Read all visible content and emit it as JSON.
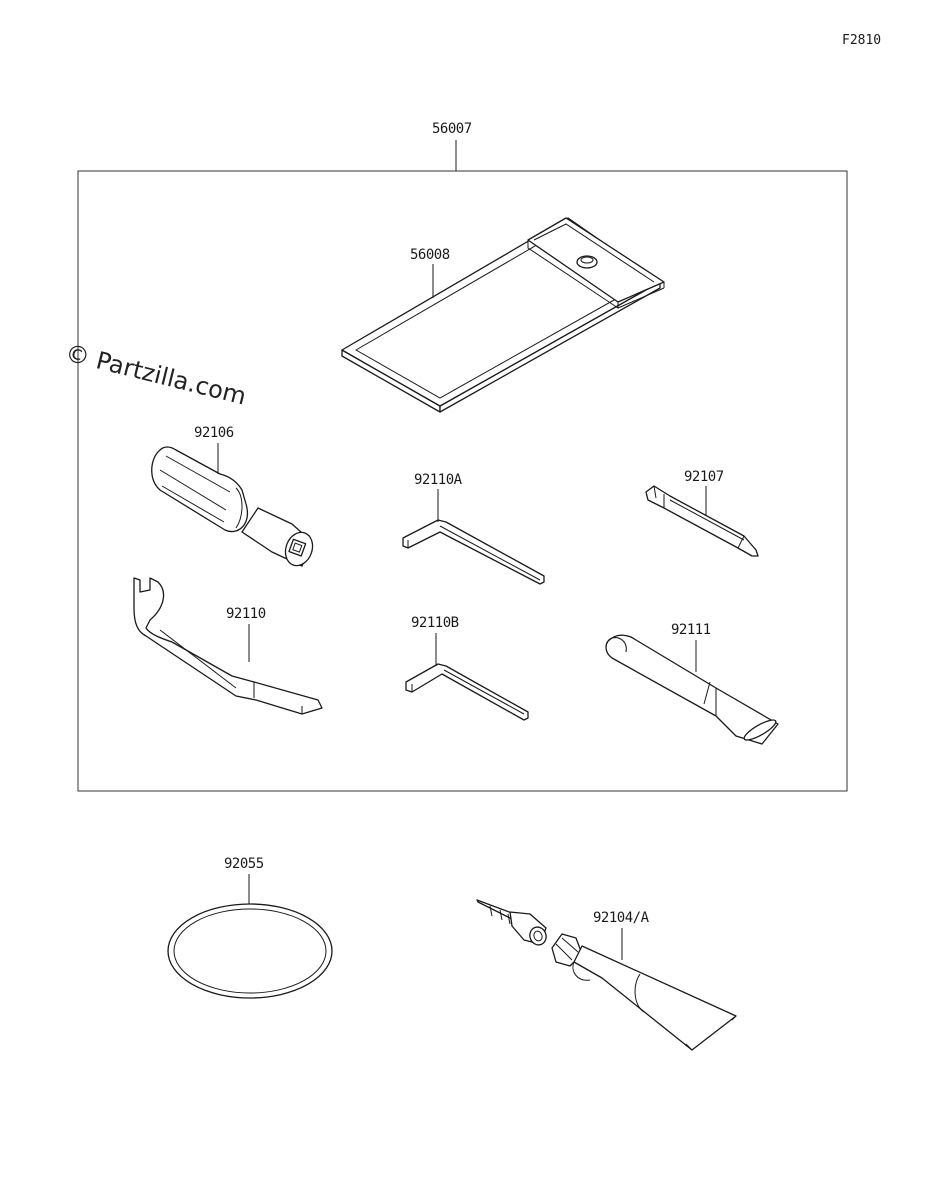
{
  "figure_code": "F2810",
  "watermark": "© Partzilla.com",
  "kit_label": "56007",
  "parts": {
    "tool_bag": "56008",
    "screwdriver_grip": "92106",
    "hex_wrench_a": "92110A",
    "screwdriver_bit": "92107",
    "spanner_wrench": "92110",
    "hex_wrench_b": "92110B",
    "extension_pipe": "92111",
    "band": "92055",
    "grease_tube": "92104/A"
  }
}
